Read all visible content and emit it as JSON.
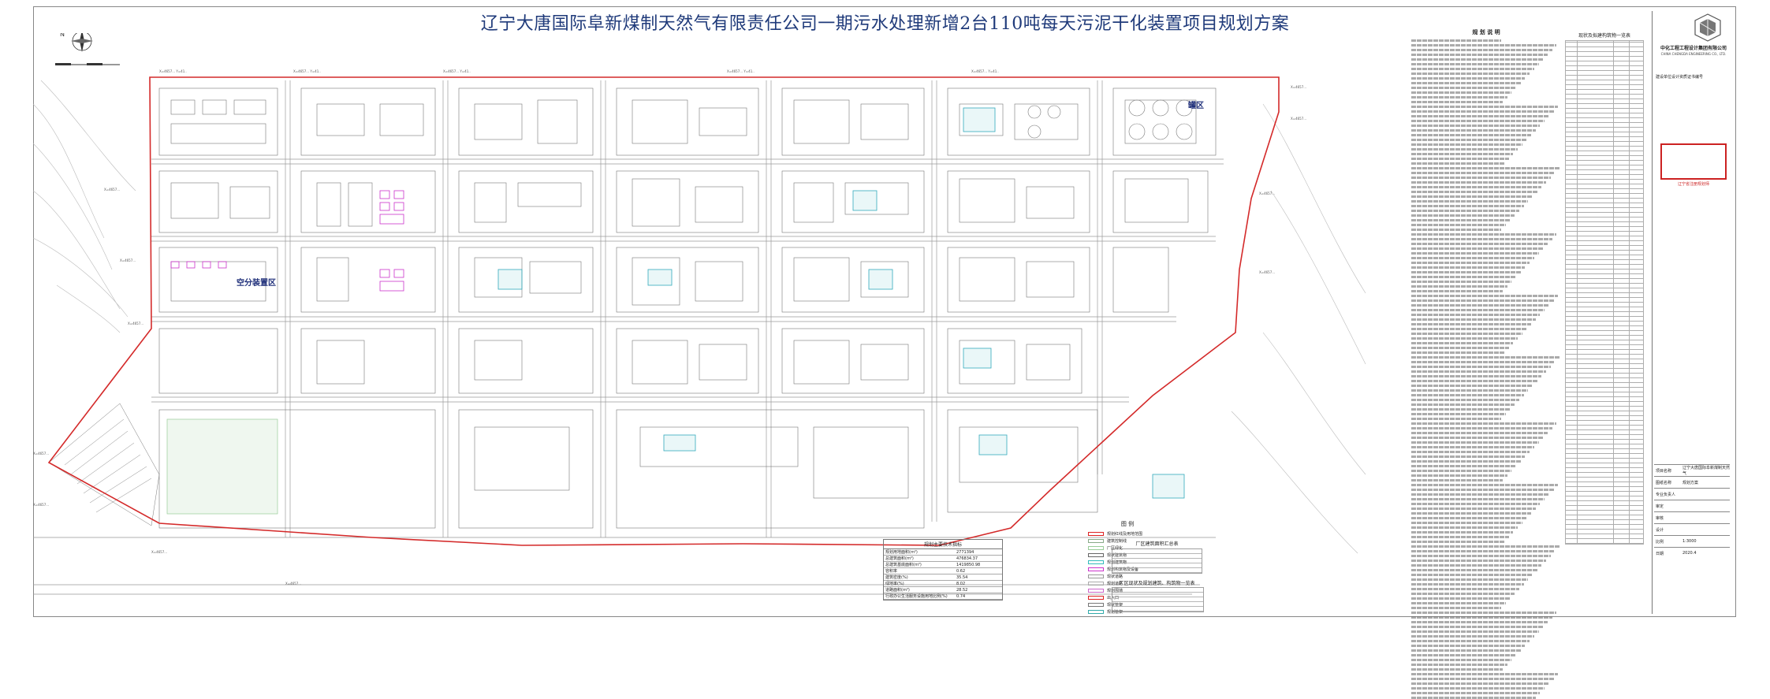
{
  "title": "辽宁大唐国际阜新煤制天然气有限责任公司一期污水处理新增2台110吨每天污泥干化装置项目规划方案",
  "north_label": "N",
  "zones": {
    "tank_area": "罐区",
    "air_separation": "空分装置区"
  },
  "notes": {
    "title": "规 划 说 明",
    "lines": 140
  },
  "building_list": {
    "title": "现状及拟建构筑物一览表"
  },
  "title_block": {
    "company": "中化工程工程设计集团有限公司",
    "company_en": "CHINA CHENGDA ENGINEERING CO., LTD.",
    "cert_title": "建设单位设计资质证书编号",
    "stamp_caption": "辽宁省注册规划师",
    "rows": [
      {
        "k": "项目名称",
        "v": "辽宁大唐国际阜新煤制天然气"
      },
      {
        "k": "图纸名称",
        "v": "规划方案"
      },
      {
        "k": "专业负责人",
        "v": ""
      },
      {
        "k": "审定",
        "v": ""
      },
      {
        "k": "审核",
        "v": ""
      },
      {
        "k": "设计",
        "v": ""
      },
      {
        "k": "比例",
        "v": "1:3000"
      },
      {
        "k": "日期",
        "v": "2020.4"
      }
    ]
  },
  "legend": {
    "title": "图  例",
    "items": [
      {
        "label": "规划红线及用地范围",
        "color": "#d22"
      },
      {
        "label": "建筑控制线",
        "color": "#8a8"
      },
      {
        "label": "厂区绿化",
        "color": "#9c9"
      },
      {
        "label": "现状建筑物",
        "color": "#666"
      },
      {
        "label": "规划建筑物",
        "color": "#3bb"
      },
      {
        "label": "规划构筑物及设备",
        "color": "#c3c"
      },
      {
        "label": "现状道路",
        "color": "#999"
      },
      {
        "label": "规划道路",
        "color": "#aaa"
      },
      {
        "label": "规划围墙",
        "color": "#c6c"
      },
      {
        "label": "出入口",
        "color": "#d22"
      },
      {
        "label": "现状管架",
        "color": "#777"
      },
      {
        "label": "规划管架",
        "color": "#3aa"
      }
    ]
  },
  "index_table": {
    "title": "规划主要技术指标",
    "rows": [
      {
        "k": "规划用地面积(m²)",
        "v": "2771394"
      },
      {
        "k": "总建筑面积(m²)",
        "v": "476834.37"
      },
      {
        "k": "总建筑基底面积(m²)",
        "v": "1419850.98"
      },
      {
        "k": "容积率",
        "v": "0.62"
      },
      {
        "k": "建筑密度(%)",
        "v": "35.54"
      },
      {
        "k": "绿地率(%)",
        "v": "8.02"
      },
      {
        "k": "道路面积(m²)",
        "v": "28.52"
      },
      {
        "k": "行政办公生活服务设施用地比例(%)",
        "v": "0.74"
      }
    ]
  },
  "summary_table": {
    "title": "厂区建筑面积汇总表"
  },
  "list_table": {
    "title": "厂区现状及规划建筑、构筑物一览表"
  }
}
